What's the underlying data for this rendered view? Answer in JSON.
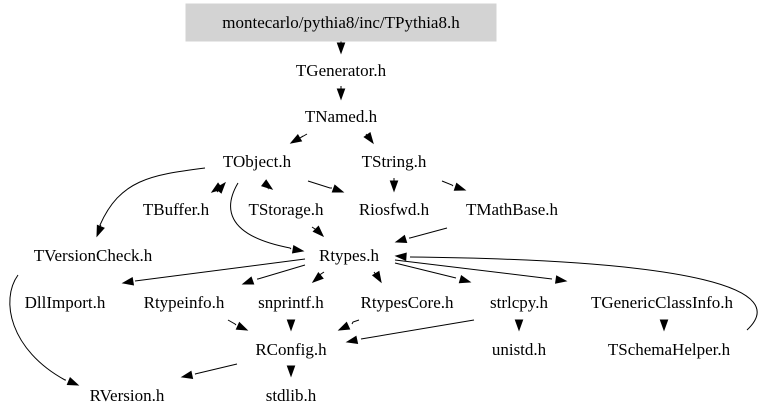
{
  "diagram": {
    "type": "include-dependency-graph",
    "root": "montecarlo/pythia8/inc/TPythia8.h",
    "colors": {
      "root_fill": "#d3d3d3",
      "edge": "#000000",
      "text": "#000000",
      "background": "#ffffff"
    },
    "nodes": [
      {
        "id": "TPythia8",
        "label": "montecarlo/pythia8/inc/TPythia8.h",
        "root": true
      },
      {
        "id": "TGenerator",
        "label": "TGenerator.h"
      },
      {
        "id": "TNamed",
        "label": "TNamed.h"
      },
      {
        "id": "TObject",
        "label": "TObject.h"
      },
      {
        "id": "TString",
        "label": "TString.h"
      },
      {
        "id": "TBuffer",
        "label": "TBuffer.h"
      },
      {
        "id": "TStorage",
        "label": "TStorage.h"
      },
      {
        "id": "Riosfwd",
        "label": "Riosfwd.h"
      },
      {
        "id": "TMathBase",
        "label": "TMathBase.h"
      },
      {
        "id": "TVersionCheck",
        "label": "TVersionCheck.h"
      },
      {
        "id": "Rtypes",
        "label": "Rtypes.h"
      },
      {
        "id": "DllImport",
        "label": "DllImport.h"
      },
      {
        "id": "Rtypeinfo",
        "label": "Rtypeinfo.h"
      },
      {
        "id": "snprintf",
        "label": "snprintf.h"
      },
      {
        "id": "RtypesCore",
        "label": "RtypesCore.h"
      },
      {
        "id": "strlcpy",
        "label": "strlcpy.h"
      },
      {
        "id": "TGenericClassInfo",
        "label": "TGenericClassInfo.h"
      },
      {
        "id": "RConfig",
        "label": "RConfig.h"
      },
      {
        "id": "unistd",
        "label": "unistd.h"
      },
      {
        "id": "TSchemaHelper",
        "label": "TSchemaHelper.h"
      },
      {
        "id": "RVersion",
        "label": "RVersion.h"
      },
      {
        "id": "stdlib",
        "label": "stdlib.h"
      }
    ],
    "edges": [
      {
        "from": "TPythia8",
        "to": "TGenerator"
      },
      {
        "from": "TGenerator",
        "to": "TNamed"
      },
      {
        "from": "TNamed",
        "to": "TObject"
      },
      {
        "from": "TNamed",
        "to": "TString"
      },
      {
        "from": "TObject",
        "to": "TVersionCheck"
      },
      {
        "from": "TObject",
        "to": "TBuffer"
      },
      {
        "from": "TBuffer",
        "to": "TObject"
      },
      {
        "from": "TObject",
        "to": "TStorage"
      },
      {
        "from": "TObject",
        "to": "Riosfwd"
      },
      {
        "from": "TObject",
        "to": "Rtypes"
      },
      {
        "from": "TString",
        "to": "Riosfwd"
      },
      {
        "from": "TString",
        "to": "TMathBase"
      },
      {
        "from": "TStorage",
        "to": "Rtypes"
      },
      {
        "from": "TMathBase",
        "to": "Rtypes"
      },
      {
        "from": "TVersionCheck",
        "to": "RVersion"
      },
      {
        "from": "Rtypes",
        "to": "DllImport"
      },
      {
        "from": "Rtypes",
        "to": "Rtypeinfo"
      },
      {
        "from": "Rtypes",
        "to": "snprintf"
      },
      {
        "from": "Rtypes",
        "to": "RtypesCore"
      },
      {
        "from": "Rtypes",
        "to": "strlcpy"
      },
      {
        "from": "Rtypes",
        "to": "TGenericClassInfo"
      },
      {
        "from": "Rtypeinfo",
        "to": "RConfig"
      },
      {
        "from": "snprintf",
        "to": "RConfig"
      },
      {
        "from": "RtypesCore",
        "to": "RConfig"
      },
      {
        "from": "strlcpy",
        "to": "RConfig"
      },
      {
        "from": "strlcpy",
        "to": "unistd"
      },
      {
        "from": "TGenericClassInfo",
        "to": "TSchemaHelper"
      },
      {
        "from": "TSchemaHelper",
        "to": "Rtypes"
      },
      {
        "from": "RConfig",
        "to": "RVersion"
      },
      {
        "from": "RConfig",
        "to": "stdlib"
      }
    ]
  }
}
